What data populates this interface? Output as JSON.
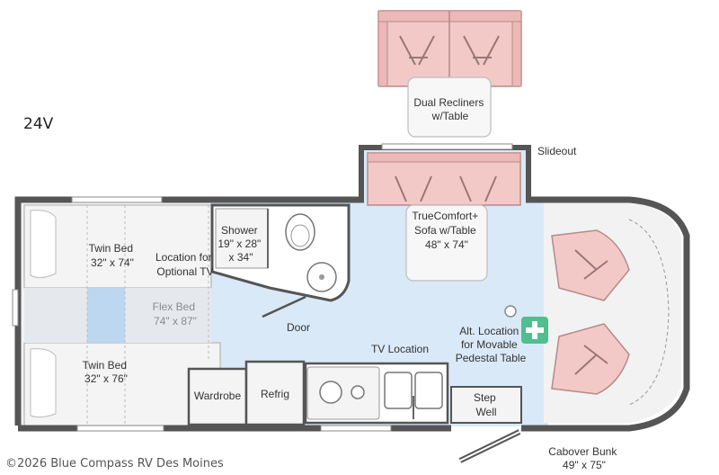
{
  "model": "24V",
  "watermark": "©2026 Blue Compass RV Des Moines",
  "colors": {
    "wall": "#555555",
    "floor_living": "#d9e9f8",
    "floor_plain": "#f2f2f2",
    "furniture_pink": "#f3c9c8",
    "furniture_outline": "#b58a89",
    "bed_fill": "#f4f4f4",
    "accent_green": "#4fbf8f"
  },
  "labels": {
    "dual_recliners": [
      "Dual Recliners",
      "w/Table"
    ],
    "slideout": "Slideout",
    "twin_bed_top": [
      "Twin Bed",
      "32\" x 74\""
    ],
    "location_tv": [
      "Location for",
      "Optional TV"
    ],
    "shower": [
      "Shower",
      "19\" x 28\"",
      "x 34\""
    ],
    "sofa": [
      "TrueComfort+",
      "Sofa w/Table",
      "48\" x 74\""
    ],
    "flex_bed": [
      "Flex Bed",
      "74\" x 87\""
    ],
    "door": "Door",
    "alt_location": [
      "Alt. Location",
      "for Movable",
      "Pedestal Table"
    ],
    "tv_location": "TV Location",
    "twin_bed_bottom": [
      "Twin Bed",
      "32\" x 76\""
    ],
    "wardrobe": "Wardrobe",
    "refrig": "Refrig",
    "step_well": [
      "Step",
      "Well"
    ],
    "cabover": [
      "Cabover Bunk",
      "49\" x 75\""
    ]
  }
}
